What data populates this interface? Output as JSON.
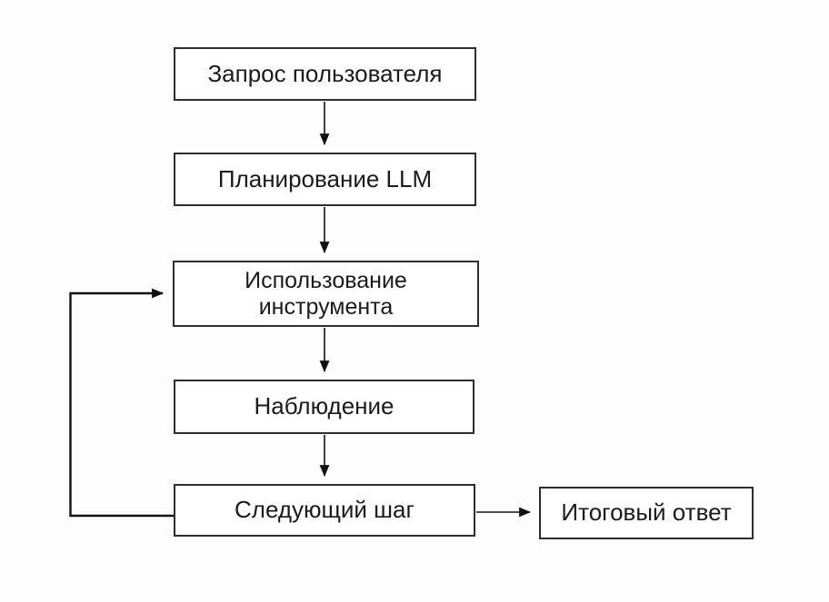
{
  "diagram": {
    "type": "flowchart",
    "language": "ru",
    "nodes": [
      {
        "id": "user-request",
        "label": "Запрос пользователя"
      },
      {
        "id": "llm-planning",
        "label": "Планирование LLM"
      },
      {
        "id": "tool-use",
        "label": "Использование\nинструмента"
      },
      {
        "id": "observation",
        "label": "Наблюдение"
      },
      {
        "id": "next-step",
        "label": "Следующий шаг"
      },
      {
        "id": "final-answer",
        "label": "Итоговый ответ"
      }
    ],
    "edges": [
      {
        "from": "user-request",
        "to": "llm-planning",
        "type": "straight-down"
      },
      {
        "from": "llm-planning",
        "to": "tool-use",
        "type": "straight-down"
      },
      {
        "from": "tool-use",
        "to": "observation",
        "type": "straight-down"
      },
      {
        "from": "observation",
        "to": "next-step",
        "type": "straight-down"
      },
      {
        "from": "next-step",
        "to": "final-answer",
        "type": "straight-right"
      },
      {
        "from": "next-step",
        "to": "tool-use",
        "type": "loop-back-left"
      }
    ],
    "colors": {
      "background": "#fdfdfd",
      "box_border": "#2e2e2e",
      "text": "#1b1b1b",
      "arrow": "#111111"
    }
  }
}
